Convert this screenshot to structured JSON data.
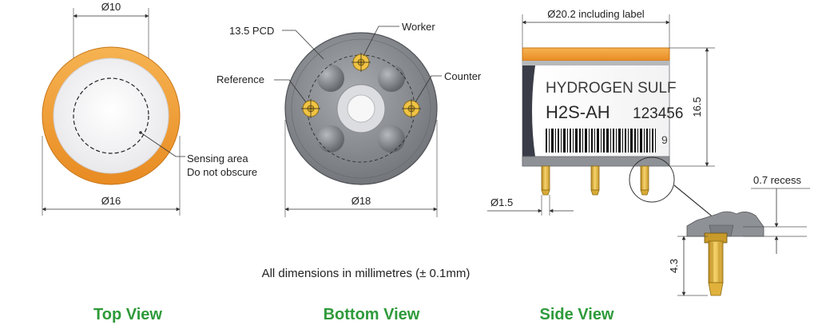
{
  "colors": {
    "accent_orange": "#f4a02e",
    "pin_gold": "#e8b83a",
    "view_green": "#2e9a3a",
    "body_grey": "#8e9196"
  },
  "top_view": {
    "title": "Top View",
    "dim_inner": "Ø10",
    "dim_outer": "Ø16",
    "note_line1": "Sensing area",
    "note_line2": "Do not obscure"
  },
  "bottom_view": {
    "title": "Bottom View",
    "pcd": "13.5 PCD",
    "worker": "Worker",
    "reference": "Reference",
    "counter": "Counter",
    "dim_outer": "Ø18"
  },
  "side_view": {
    "title": "Side View",
    "dim_width": "Ø20.2 including label",
    "dim_height": "16.5",
    "dim_pin": "Ø1.5",
    "recess": "0.7 recess",
    "pin_length": "4.3",
    "label_line1": "HYDROGEN SULF",
    "label_line2a": "H2S-AH",
    "label_line2b": "123456",
    "label_line3": "9"
  },
  "footer_note": "All dimensions in millimetres (± 0.1mm)"
}
